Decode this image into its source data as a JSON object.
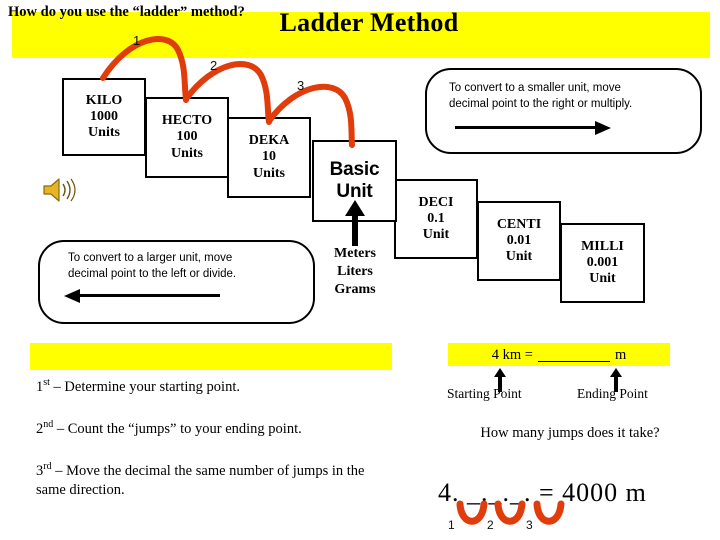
{
  "slide": {
    "title": "Ladder Method",
    "accent_yellow": "#ffff00",
    "accent_red": "#e03c0c",
    "text_color": "#000000"
  },
  "ladder": {
    "arc_numbers": [
      "1",
      "2",
      "3"
    ],
    "steps": [
      {
        "name": "KILO",
        "value": "1000",
        "unit": "Units"
      },
      {
        "name": "HECTO",
        "value": "100",
        "unit": "Units"
      },
      {
        "name": "DEKA",
        "value": "10",
        "unit": "Units"
      },
      {
        "name": "Basic",
        "value": "Unit",
        "unit": ""
      },
      {
        "name": "DECI",
        "value": "0.1",
        "unit": "Unit"
      },
      {
        "name": "CENTI",
        "value": "0.01",
        "unit": "Unit"
      },
      {
        "name": "MILLI",
        "value": "0.001",
        "unit": "Unit"
      }
    ],
    "basic_unit_names": [
      "Meters",
      "Liters",
      "Grams"
    ]
  },
  "callouts": {
    "smaller": {
      "line1": "To convert to a smaller unit, move",
      "line2": "decimal  point to the right or multiply.",
      "direction": "right"
    },
    "larger": {
      "line1": "To convert to a larger unit, move",
      "line2": "decimal  point to the left or divide.",
      "direction": "left"
    }
  },
  "instructions": {
    "heading": "How do you use the “ladder” method?",
    "steps": [
      {
        "ordinal": "1",
        "suffix": "st",
        "text": " – Determine your starting point."
      },
      {
        "ordinal": "2",
        "suffix": "nd",
        "text": " – Count the “jumps” to your ending point."
      },
      {
        "ordinal": "3",
        "suffix": "rd",
        "text": " – Move the decimal the same number of jumps in the same direction."
      }
    ]
  },
  "example": {
    "equation_prefix": "4 km =",
    "equation_suffix": "m",
    "starting_point_label": "Starting Point",
    "ending_point_label": "Ending Point",
    "jumps_question": "How many jumps does it take?",
    "decimal_line": "4. _._._.  =  4000 m",
    "jump_numbers": [
      "1",
      "2",
      "3"
    ]
  }
}
